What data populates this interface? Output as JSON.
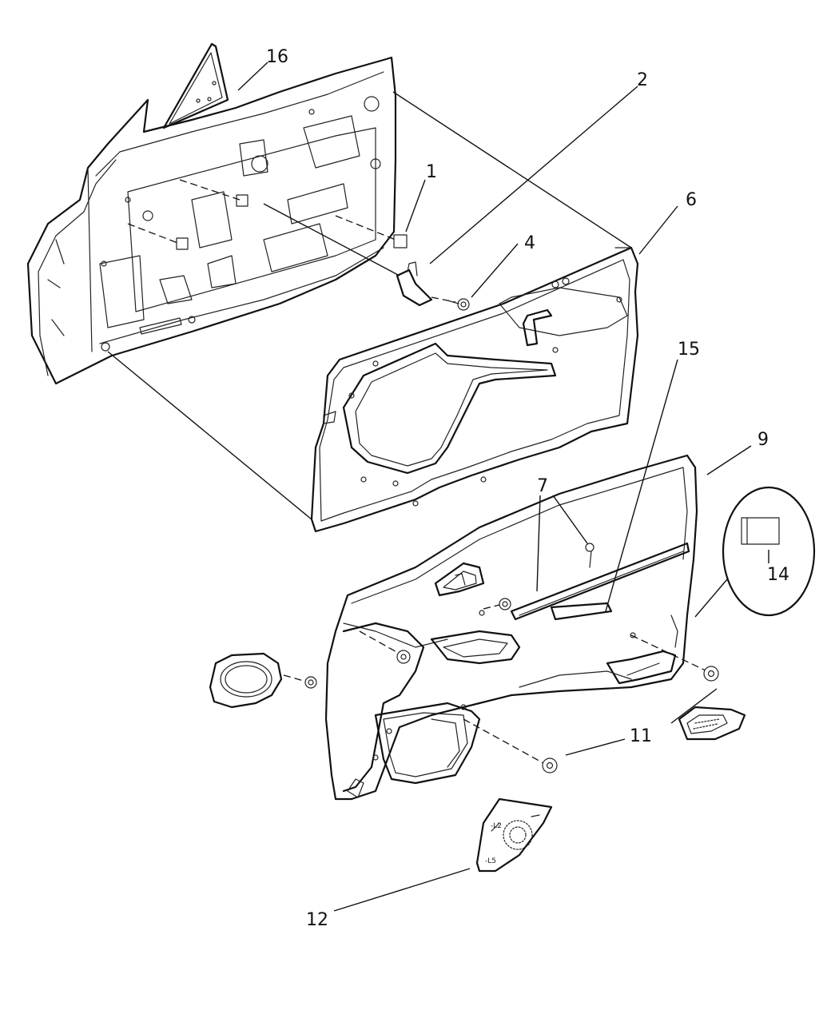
{
  "diagram": {
    "callouts": [
      {
        "id": "c1",
        "label": "1"
      },
      {
        "id": "c2",
        "label": "2"
      },
      {
        "id": "c4",
        "label": "4"
      },
      {
        "id": "c6",
        "label": "6"
      },
      {
        "id": "c7",
        "label": "7"
      },
      {
        "id": "c9",
        "label": "9"
      },
      {
        "id": "c11",
        "label": "11"
      },
      {
        "id": "c12",
        "label": "12"
      },
      {
        "id": "c14",
        "label": "14"
      },
      {
        "id": "c15",
        "label": "15"
      },
      {
        "id": "c16",
        "label": "16"
      }
    ],
    "bezel_marks": {
      "top": "-L2",
      "bottom": "-L5"
    }
  }
}
